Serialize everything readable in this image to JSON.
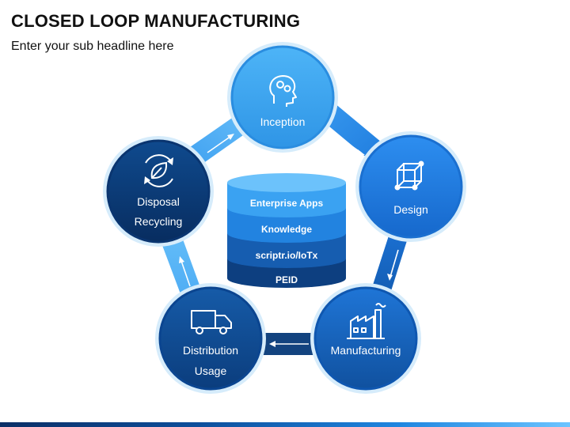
{
  "title": "CLOSED LOOP MANUFACTURING",
  "subtitle": "Enter your sub headline here",
  "colors": {
    "inception": "#3aa6f2",
    "design": "#1d7de0",
    "manufacturing": "#1565c0",
    "distribution": "#0e4d9a",
    "disposal": "#0b3a78",
    "connector_light": "#55b4f5",
    "connector_dark": "#0d3e7c"
  },
  "nodes": [
    {
      "id": "inception",
      "icon": "brain-head-icon",
      "label_lines": [
        "Inception"
      ]
    },
    {
      "id": "design",
      "icon": "cube-icon",
      "label_lines": [
        "Design"
      ]
    },
    {
      "id": "manufacturing",
      "icon": "factory-icon",
      "label_lines": [
        "Manufacturing"
      ]
    },
    {
      "id": "distribution",
      "icon": "delivery-truck-icon",
      "label_lines": [
        "Distribution",
        "Usage"
      ]
    },
    {
      "id": "disposal",
      "icon": "recycle-leaf-icon",
      "label_lines": [
        "Disposal",
        "Recycling"
      ]
    }
  ],
  "database_layers": [
    "Enterprise Apps",
    "Knowledge",
    "scriptr.io/IoTx",
    "PEID"
  ]
}
